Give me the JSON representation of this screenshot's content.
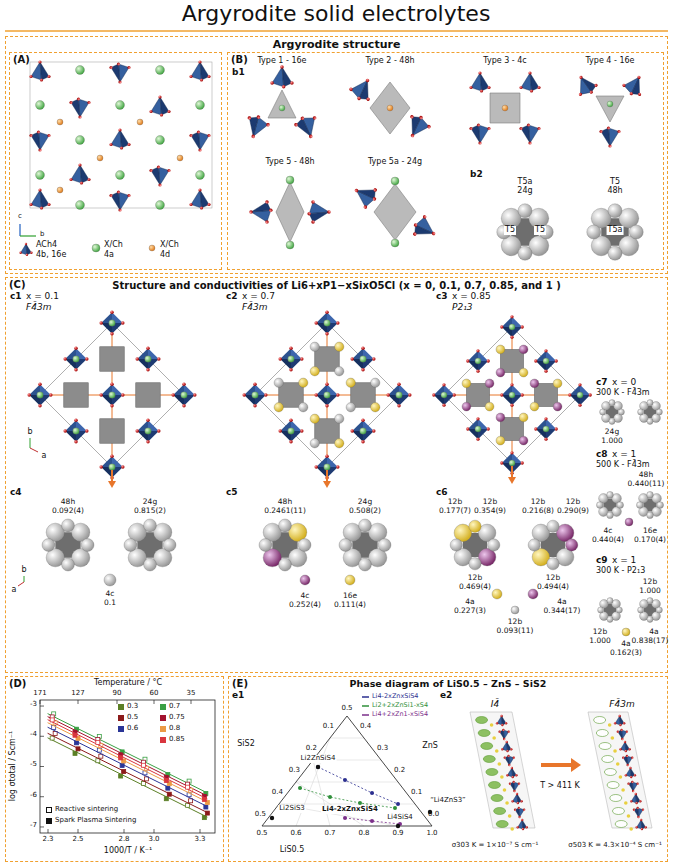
{
  "diagram": {
    "title": "Argyrodite solid electrolytes",
    "nodes": [
      {
        "text": [
          "Argyrodite structure"
        ]
      },
      {
        "text": [
          "(A)"
        ],
        "in": 0
      },
      {
        "text": [
          "(B)"
        ],
        "in": 0
      },
      {
        "text": [
          "(C)",
          "Structure and conductivities of Li6+xP1−xSixO5Cl (x = 0, 0.1, 0.7, 0.85, and 1 )"
        ]
      },
      {
        "text": [
          "(D)"
        ]
      },
      {
        "text": [
          "(E)",
          "Phase diagram of LiS0.5 – ZnS – SiS2"
        ]
      }
    ],
    "labels": [
      "ACh4",
      "4b, 16e",
      "X/Ch",
      "4a",
      "X/Ch",
      "4d",
      "c",
      "b",
      "b1",
      "Type 1 - 16e",
      "Type 2 - 48h",
      "Type 3 - 4c",
      "Type 4 - 16e",
      "Type 5 - 48h",
      "Type 5a - 24g",
      "b2",
      "T5a",
      "24g",
      "T5",
      "T5",
      "T5",
      "48h",
      "T5a",
      "c1",
      "x = 0.1",
      "F4̄3m",
      "c2",
      "x = 0.7",
      "F4̄3m",
      "c3",
      "x = 0.85",
      "P2₁3",
      "b",
      "a",
      "c4",
      "48h",
      "0.092(4)",
      "24g",
      "0.815(2)",
      "4c",
      "0.1",
      "b",
      "a",
      "c5",
      "48h",
      "0.2461(11)",
      "24g",
      "0.508(2)",
      "4c",
      "0.252(4)",
      "16e",
      "0.111(4)",
      "c6",
      "12b",
      "0.177(7)",
      "12b",
      "0.354(9)",
      "12b",
      "0.216(8)",
      "12b",
      "0.290(9)",
      "12b",
      "0.469(4)",
      "12b",
      "0.494(4)",
      "4a",
      "0.227(3)",
      "4a",
      "0.344(17)",
      "12b",
      "0.093(11)",
      "c7",
      "x = 0",
      "300 K - F4̄3m",
      "24g",
      "1.000",
      "c8",
      "x = 1",
      "500 K - F4̄3m",
      "48h",
      "0.440(11)",
      "4c",
      "0.440(4)",
      "16e",
      "0.170(4)",
      "c9",
      "x = 1",
      "300 K - P2₁3",
      "12b",
      "1.000",
      "12b",
      "1.000",
      "4a",
      "0.162(3)",
      "4a",
      "0.838(17)",
      "Temperature / °C",
      "171",
      "127",
      "90",
      "60",
      "35",
      "log σtotal / Scm⁻¹",
      "-3",
      "-4",
      "-5",
      "-6",
      "-7",
      "2.3",
      "2.5",
      "2.8",
      "3.0",
      "3.3",
      "1000/T / K⁻¹",
      "e1",
      "SiS2",
      "ZnS",
      "LiS0.5",
      "0.5",
      "0.1",
      "0.2",
      "0.3",
      "0.4",
      "0.5",
      "0.4",
      "0.3",
      "0.2",
      "0.1",
      "0.0",
      "0.5",
      "0.6",
      "0.7",
      "0.8",
      "0.9",
      "1.0",
      "Li2ZnSiS4",
      "Li2SiS3",
      "Li4-2xZnxSiS4",
      "“Li4ZnS3”",
      "Li4SiS4",
      "Li4-2xZnxSiS4",
      "Li2+2xZnSi1-xS4",
      "Li4+2xZn1-xSiS4",
      "e2",
      "I4̄",
      "F4̄3m",
      "T > 411 K",
      "σ303 K = 1×10⁻⁷ S cm⁻¹",
      "σ503 K = 4.3×10⁻⁴ S cm⁻¹"
    ],
    "legend": [
      {
        "text": "0.3",
        "color": "#5b7f25"
      },
      {
        "text": "0.7",
        "color": "#3aa044"
      },
      {
        "text": "0.5",
        "color": "#8b1a1a"
      },
      {
        "text": "0.75",
        "color": "#a3122e"
      },
      {
        "text": "0.6",
        "color": "#2a3596"
      },
      {
        "text": "0.8",
        "color": "#ec9a45"
      },
      {
        "text": "0.85",
        "color": "#d9363e"
      },
      {
        "text": "Reactive sintering"
      },
      {
        "text": "Spark Plasma Sintering"
      }
    ]
  }
}
